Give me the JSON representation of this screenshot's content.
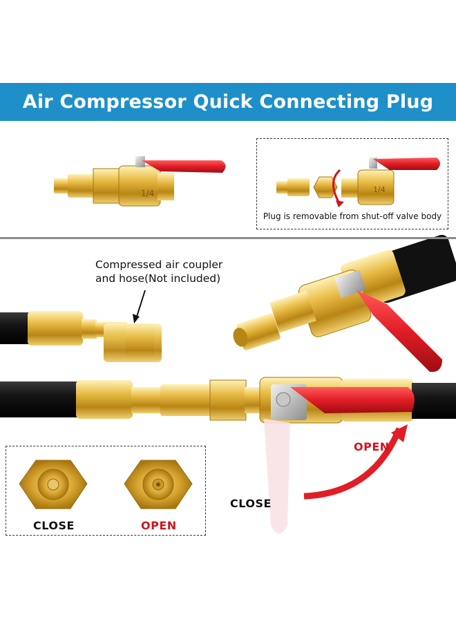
{
  "banner": {
    "title": "Air Compressor Quick Connecting Plug"
  },
  "top_panel": {
    "valve_marking": "1/4",
    "removable_caption": "Plug is removable from shut-off valve body"
  },
  "bottom_panel": {
    "coupler_note_line1": "Compressed air coupler",
    "coupler_note_line2": "and hose(Not included)",
    "handle_open_label": "OPEN",
    "handle_close_label": "CLOSE"
  },
  "valve_states": {
    "close_label": "CLOSE",
    "open_label": "OPEN"
  },
  "colors": {
    "banner": "#1e8fc9",
    "brass": "#d9a92e",
    "handle_red": "#e11d26",
    "hose": "#1a1a1a",
    "open_text": "#d4121b"
  }
}
